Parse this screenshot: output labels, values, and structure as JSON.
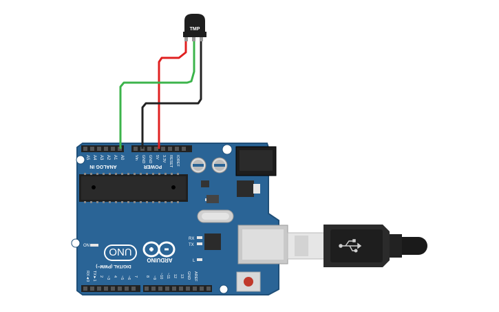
{
  "sensor": {
    "label": "TMP"
  },
  "board": {
    "brand": "ARDUINO",
    "model": "UNO",
    "analog_header_label": "ANALOG IN",
    "power_header_label": "POWER",
    "digital_header_label": "DIGITAL (PWM~)",
    "on_label": "ON",
    "analog_pins": [
      "A0",
      "A1",
      "A2",
      "A3",
      "A4",
      "A5"
    ],
    "power_pins": [
      "Vin",
      "GND",
      "GND",
      "5V",
      "3.3V",
      "RESET",
      "IOREF"
    ],
    "digital_pins": [
      "RX◄0",
      "TX►1",
      "2",
      "~3",
      "4",
      "~5",
      "~6",
      "7",
      "8",
      "~9",
      "~10",
      "~11",
      "12",
      "13",
      "GND",
      "AREF"
    ],
    "led_labels": [
      "RX",
      "TX",
      "L"
    ]
  },
  "wires": [
    {
      "name": "5V",
      "color": "#e02020"
    },
    {
      "name": "A0",
      "color": "#3cb44b"
    },
    {
      "name": "GND",
      "color": "#222222"
    }
  ],
  "colors": {
    "board": "#2a6496",
    "board_edge": "#1f4f78",
    "silkscreen": "#ffffff"
  },
  "icons": {
    "cable": "usb-icon",
    "logo": "infinity-logo-icon"
  }
}
